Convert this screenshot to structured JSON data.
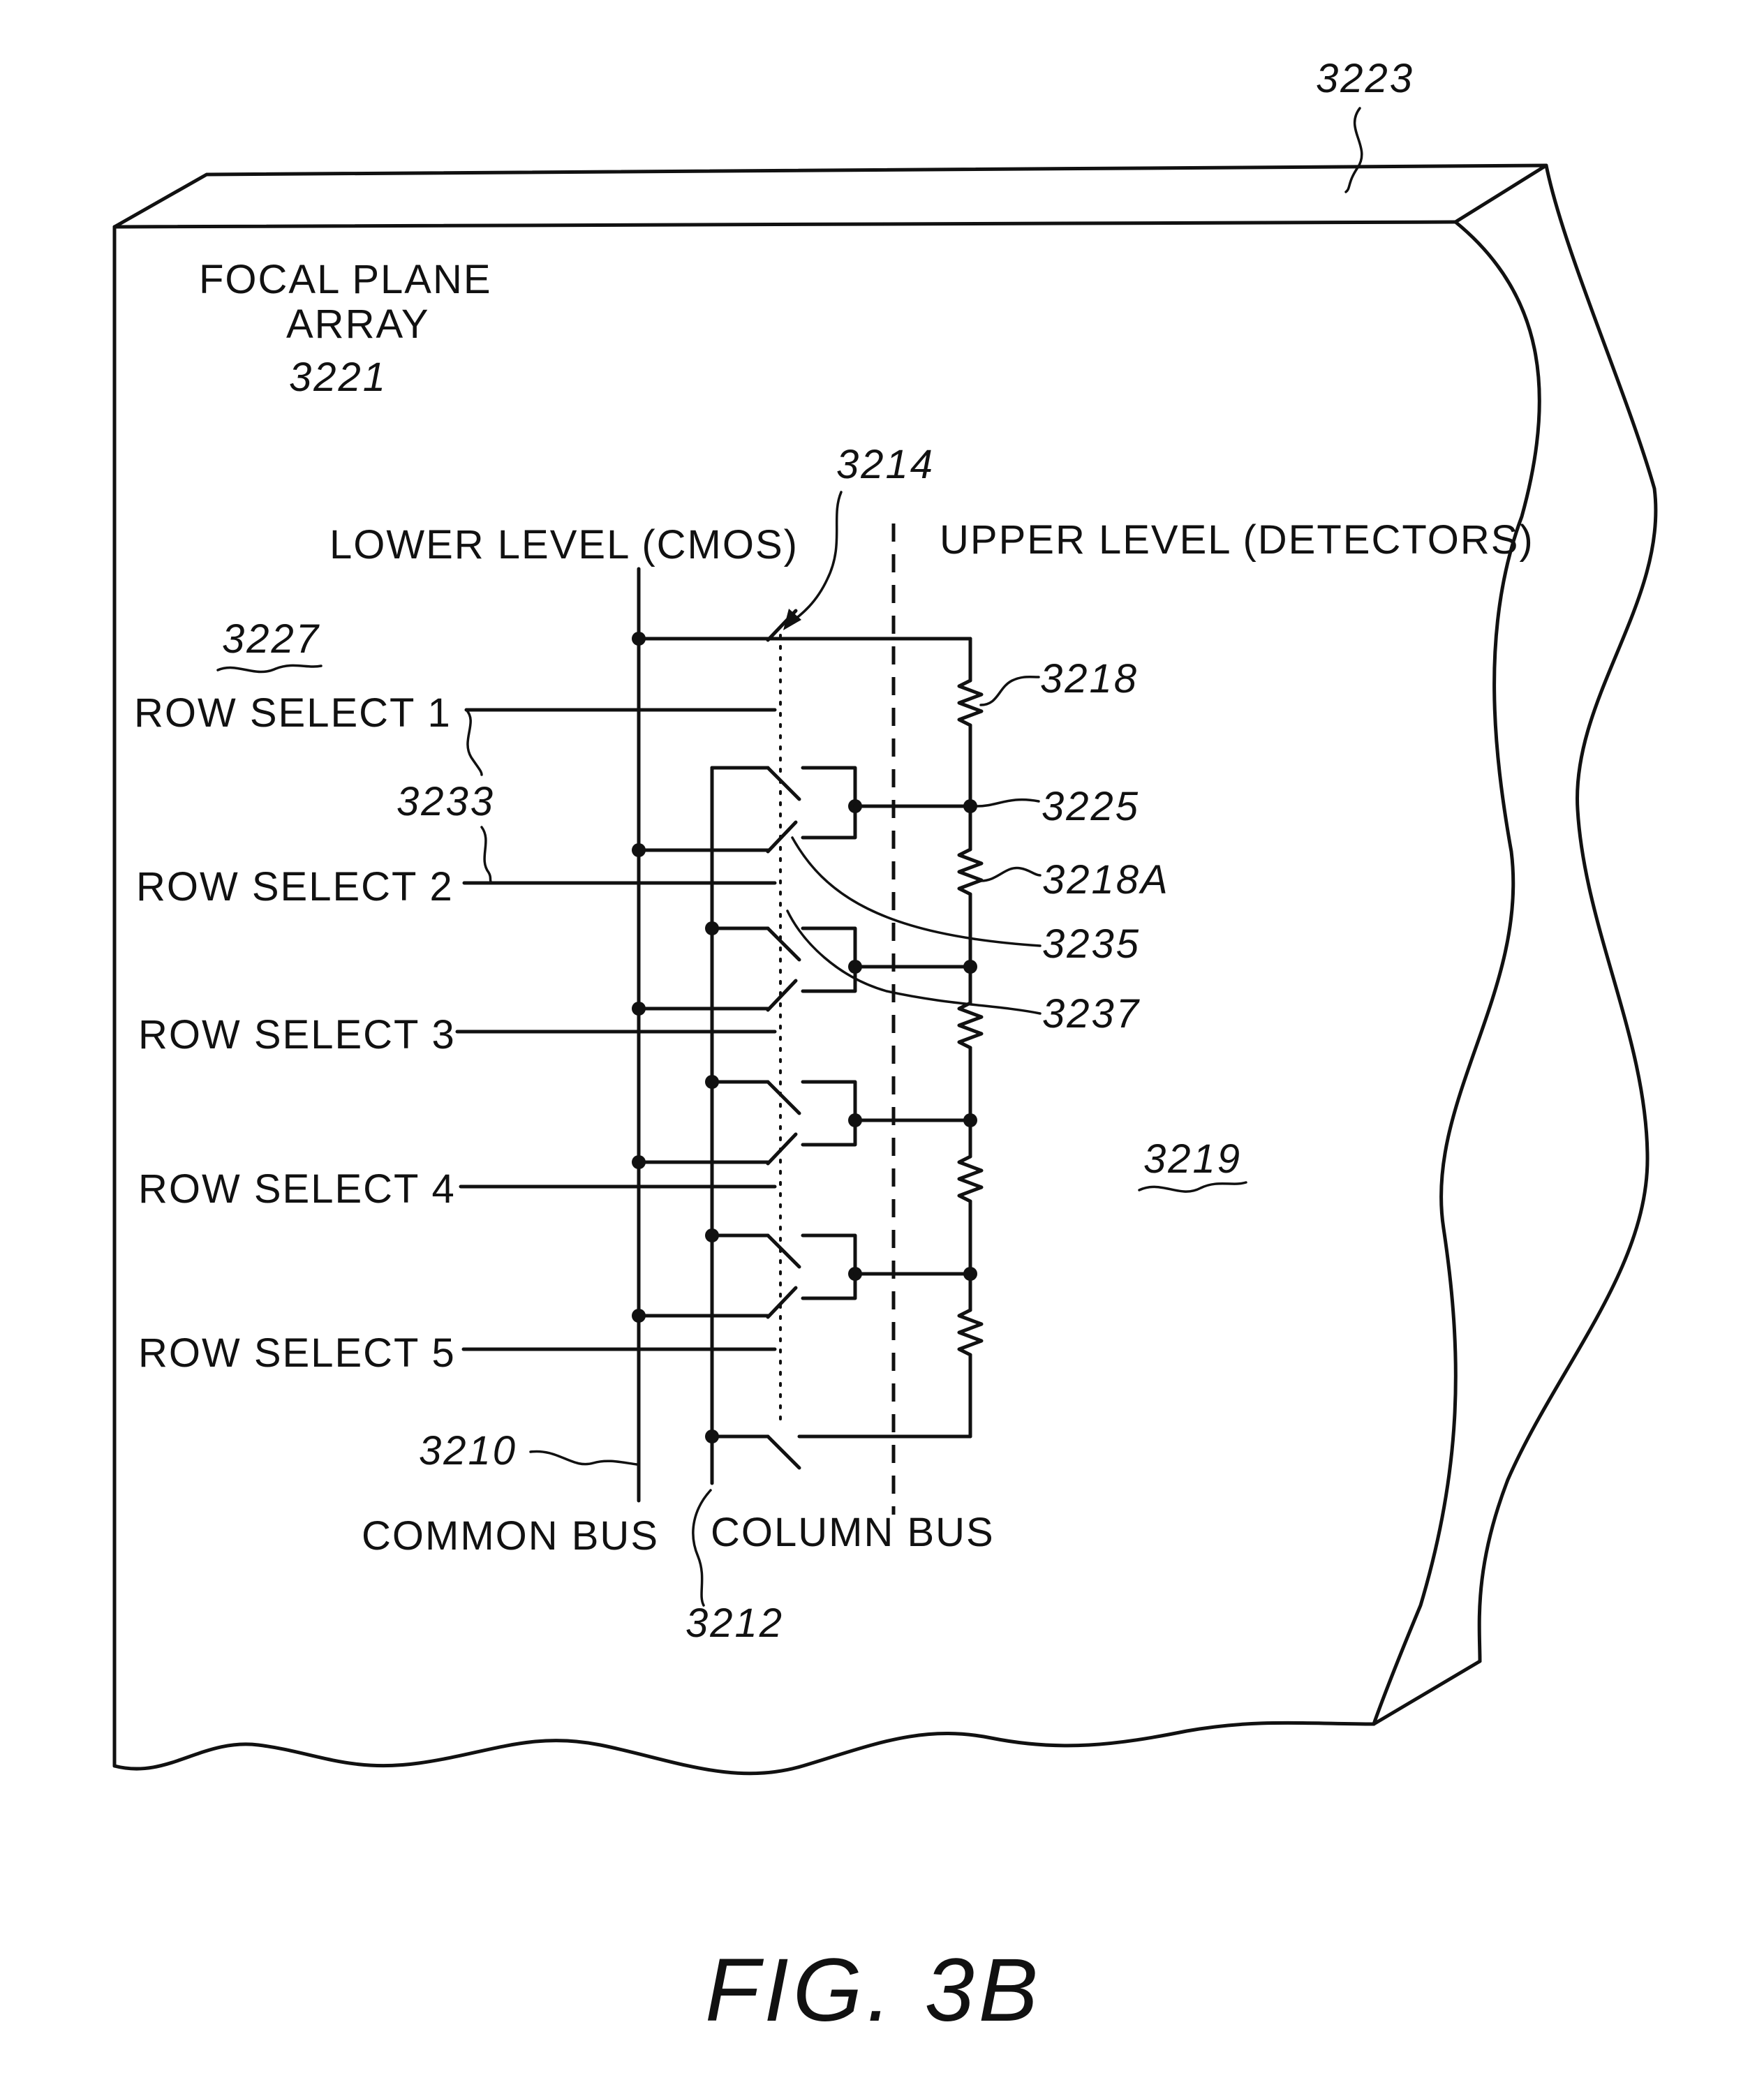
{
  "labels": {
    "focal_plane_line1": "FOCAL PLANE",
    "focal_plane_line2": "ARRAY",
    "lower_level": "LOWER LEVEL (CMOS)",
    "upper_level": "UPPER LEVEL (DETECTORS)",
    "row_select_1": "ROW SELECT 1",
    "row_select_2": "ROW SELECT 2",
    "row_select_3": "ROW SELECT 3",
    "row_select_4": "ROW SELECT 4",
    "row_select_5": "ROW SELECT 5",
    "common_bus": "COMMON BUS",
    "column_bus": "COLUMN BUS"
  },
  "refs": {
    "r3223": "3223",
    "r3221": "3221",
    "r3214": "3214",
    "r3227": "3227",
    "r3218": "3218",
    "r3233": "3233",
    "r3225": "3225",
    "r3218a": "3218A",
    "r3235": "3235",
    "r3237": "3237",
    "r3219": "3219",
    "r3210": "3210",
    "r3212": "3212"
  },
  "caption": "FIG. 3B"
}
